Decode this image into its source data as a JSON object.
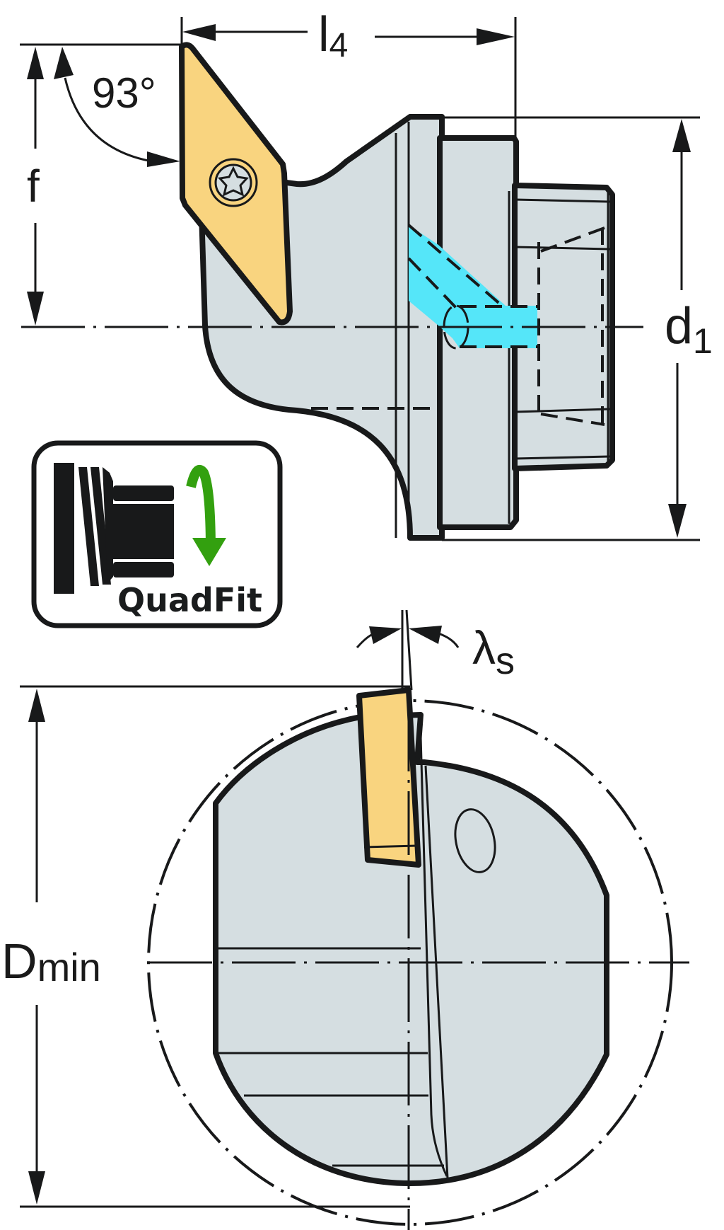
{
  "drawing": {
    "title": "Boring bar cutting head with QuadFit coupling",
    "colors": {
      "body": "#d5dee1",
      "insert": "#f9d47f",
      "coolant": "#55e6f9",
      "outline": "#18191a",
      "quadfit_arrow": "#33a00f"
    },
    "dimensions": {
      "entering_angle": "93°",
      "l4_main": "l",
      "l4_sub": "4",
      "f": "f",
      "d1_main": "d",
      "d1_sub": "1",
      "lambda_main": "λ",
      "lambda_sub": "s",
      "dmin_main": "D",
      "dmin_sub": "min"
    },
    "badge": {
      "label": "QuadFit",
      "icon": "quadfit-coupling-icon"
    },
    "views": [
      "side-view",
      "end-view"
    ]
  }
}
